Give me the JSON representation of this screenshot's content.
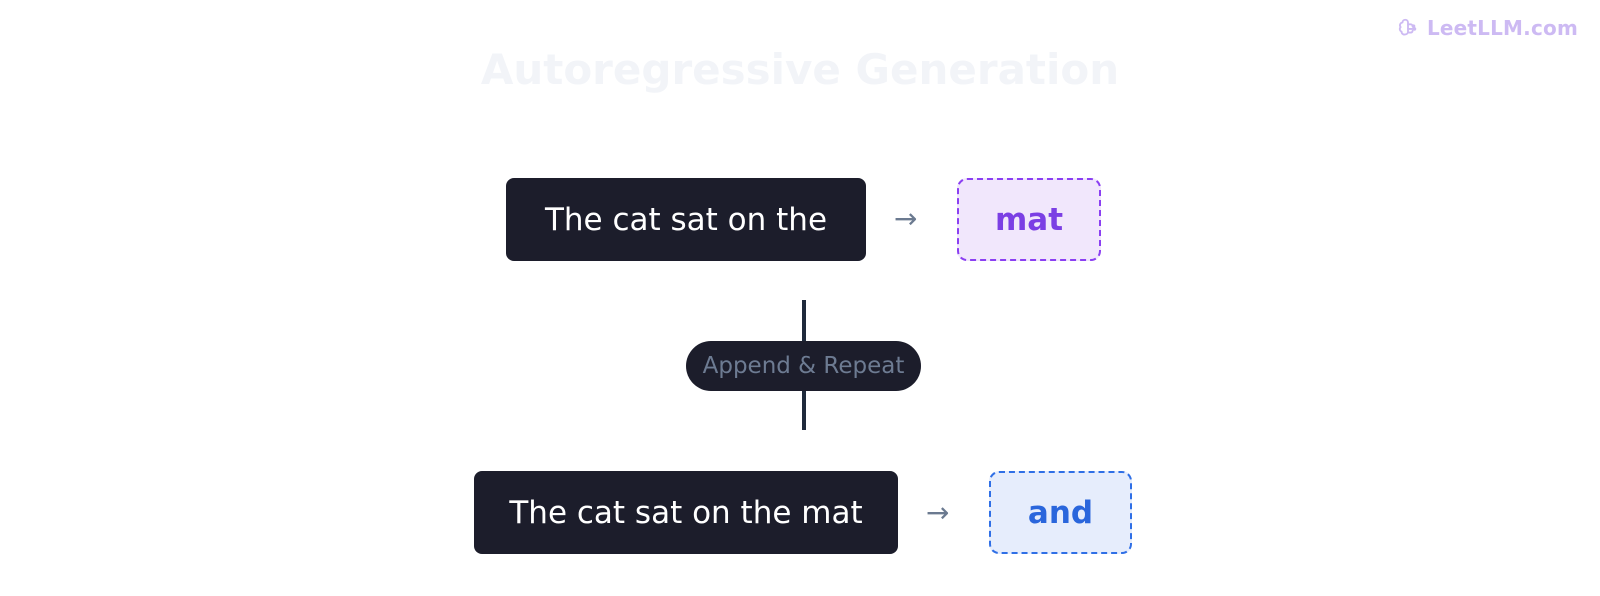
{
  "brand": {
    "text": "LeetLLM.com",
    "icon": "brain-icon",
    "color": "#cdbaf3"
  },
  "title": "Autoregressive Generation",
  "steps": [
    {
      "sequence": "The cat sat on the",
      "prediction": "mat",
      "prediction_color": "#7b3fe4"
    },
    {
      "sequence": "The cat sat on the mat",
      "prediction": "and",
      "prediction_color": "#2a66dc"
    }
  ],
  "arrow_glyph": "→",
  "connector_label": "Append & Repeat",
  "colors": {
    "sequence_box": "#1c1d2b",
    "arrow": "#6b7a90",
    "connector": "#1f2a3c"
  }
}
